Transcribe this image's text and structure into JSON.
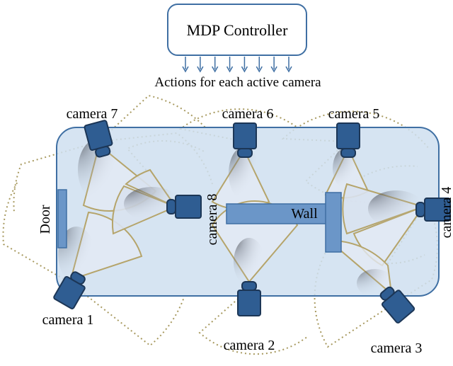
{
  "controller": {
    "label": "MDP Controller",
    "actions_caption": "Actions for each active camera",
    "arrow_count": 8
  },
  "room": {
    "wall_label": "Wall",
    "door_label": "Door"
  },
  "cameras": [
    {
      "id": "camera-1",
      "label": "camera 1"
    },
    {
      "id": "camera-2",
      "label": "camera 2"
    },
    {
      "id": "camera-3",
      "label": "camera 3"
    },
    {
      "id": "camera-4",
      "label": "camera 4"
    },
    {
      "id": "camera-5",
      "label": "camera 5"
    },
    {
      "id": "camera-6",
      "label": "camera 6"
    },
    {
      "id": "camera-7",
      "label": "camera 7"
    },
    {
      "id": "camera-8",
      "label": "camera 8"
    }
  ],
  "colors": {
    "room_fill": "#cfdff0",
    "room_stroke": "#3f6fa3",
    "camera_fill": "#2f5d92",
    "camera_stroke": "#1c3656",
    "wall_fill": "#6b96c8",
    "fov_stroke": "#b5a46a",
    "fov_dotted": "#a89a60",
    "controller_stroke": "#3f6fa3",
    "arrow": "#3f6fa3"
  }
}
